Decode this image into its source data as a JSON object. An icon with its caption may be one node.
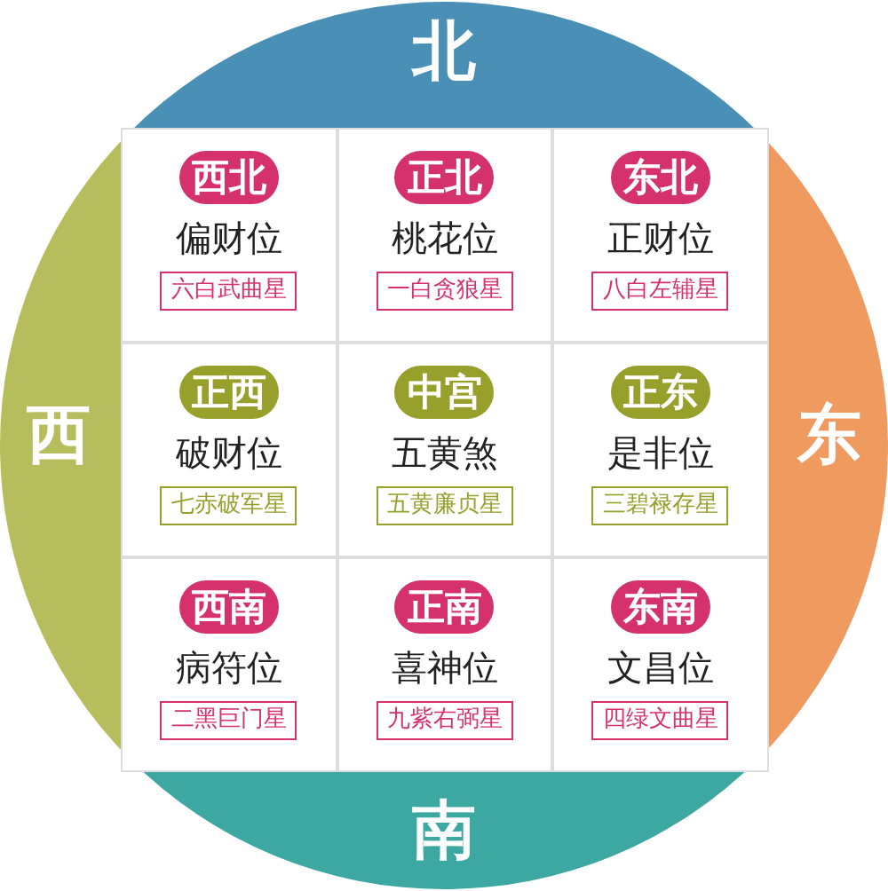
{
  "diagram": {
    "nodes": [
      {
        "text": [
          "北"
        ]
      },
      {
        "text": [
          "西"
        ]
      },
      {
        "text": [
          "西北",
          "偏财位",
          "六白武曲星"
        ]
      },
      {
        "text": [
          "正北",
          "桃花位",
          "一白贪狼星"
        ]
      },
      {
        "text": [
          "东北",
          "正财位",
          "八白左辅星"
        ]
      },
      {
        "text": [
          "正西",
          "破财位",
          "七赤破军星"
        ]
      },
      {
        "text": [
          "中宫",
          "五黄煞",
          "五黄廉贞星"
        ]
      },
      {
        "text": [
          "正东",
          "是非位",
          "三碧禄存星"
        ]
      },
      {
        "text": [
          "西南",
          "病符位",
          "二黑巨门星"
        ]
      },
      {
        "text": [
          "正南",
          "喜神位",
          "九紫右弼星"
        ]
      },
      {
        "text": [
          "东南",
          "文昌位",
          "四绿文曲星"
        ]
      },
      {
        "text": [
          "东"
        ]
      },
      {
        "text": [
          "南"
        ]
      }
    ]
  }
}
